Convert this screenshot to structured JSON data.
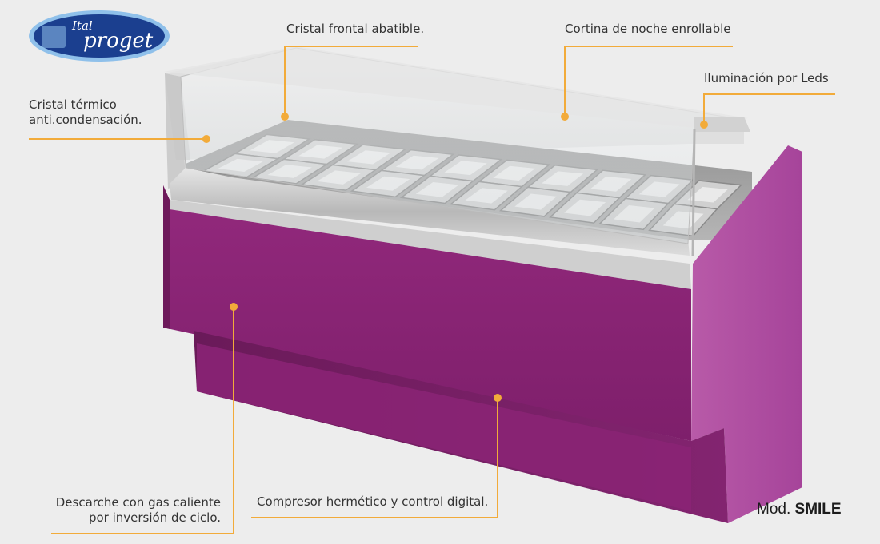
{
  "brand": {
    "logo_text_top": "Ital",
    "logo_text_main": "proget",
    "colors": {
      "navy": "#1b3f8f",
      "light_blue": "#8fc0ea",
      "white": "#ffffff"
    }
  },
  "model": {
    "prefix": "Mod.",
    "name": "SMILE"
  },
  "annotations": [
    {
      "id": "front-glass",
      "lines": [
        "Cristal frontal abatible."
      ]
    },
    {
      "id": "night-curtain",
      "lines": [
        "Cortina de noche enrollable"
      ]
    },
    {
      "id": "led-lighting",
      "lines": [
        "Iluminación por Leds"
      ]
    },
    {
      "id": "thermal-glass",
      "lines": [
        "Cristal térmico",
        "anti.condensación."
      ]
    },
    {
      "id": "hot-gas-defrost",
      "lines": [
        "Descarche con gas caliente",
        "por inversión de ciclo."
      ]
    },
    {
      "id": "compressor",
      "lines": [
        "Compresor hermético y control digital."
      ]
    }
  ],
  "colors": {
    "cabinet_front": "#8a2474",
    "cabinet_side": "#b24ea1",
    "cabinet_dark": "#6e1c5c",
    "steel": "#c9c9c9",
    "callout": "#f2ab3a",
    "background": "#ededed"
  },
  "tray_grid": {
    "rows": 2,
    "columns": 10
  }
}
